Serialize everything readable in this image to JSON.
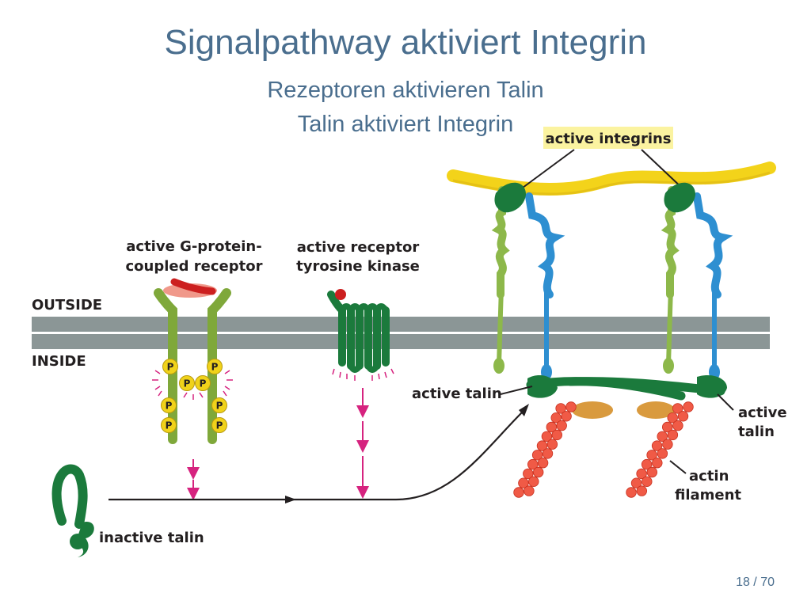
{
  "slide": {
    "title": "Signalpathway aktiviert Integrin",
    "subtitle_lines": [
      "Rezeptoren aktivieren Talin",
      "Talin aktiviert Integrin"
    ],
    "page_number": "18 / 70"
  },
  "diagram": {
    "labels": {
      "active_integrins": "active integrins",
      "gpcr": [
        "active G-protein-",
        "coupled receptor"
      ],
      "rtk": [
        "active receptor",
        "tyrosine kinase"
      ],
      "outside": "OUTSIDE",
      "inside": "INSIDE",
      "active_talin_left": "active talin",
      "active_talin_right": [
        "active",
        "talin"
      ],
      "actin_filament": [
        "actin",
        "filament"
      ],
      "inactive_talin": "inactive talin",
      "phospho": "P"
    },
    "colors": {
      "title_text": "#4a6e8e",
      "membrane": "#8b9696",
      "ecm_fiber": "#f3d31a",
      "talin": "#1b7a3c",
      "integrin_alpha": "#8db84a",
      "integrin_beta": "#2e8fd1",
      "phospho": "#f0d21a",
      "arrow": "#d6237f",
      "actin": "#f05a46",
      "label_highlight": "#fbf3a0"
    }
  }
}
